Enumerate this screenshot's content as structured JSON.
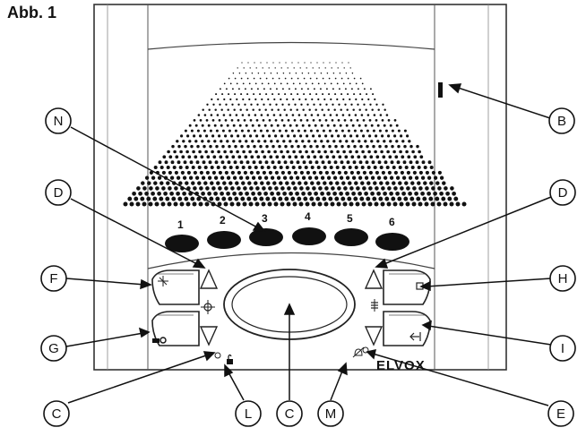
{
  "figure": {
    "title": "Abb. 1",
    "brand": "ELVOX",
    "indicator_mark": "I",
    "button_numbers": [
      "1",
      "2",
      "3",
      "4",
      "5",
      "6"
    ],
    "callouts": {
      "A": "B",
      "N": "N",
      "D_left": "D",
      "D_right": "D",
      "F": "F",
      "H": "H",
      "G": "G",
      "I": "I",
      "C_left": "C",
      "L": "L",
      "C_center": "C",
      "M": "M",
      "E": "E"
    }
  }
}
